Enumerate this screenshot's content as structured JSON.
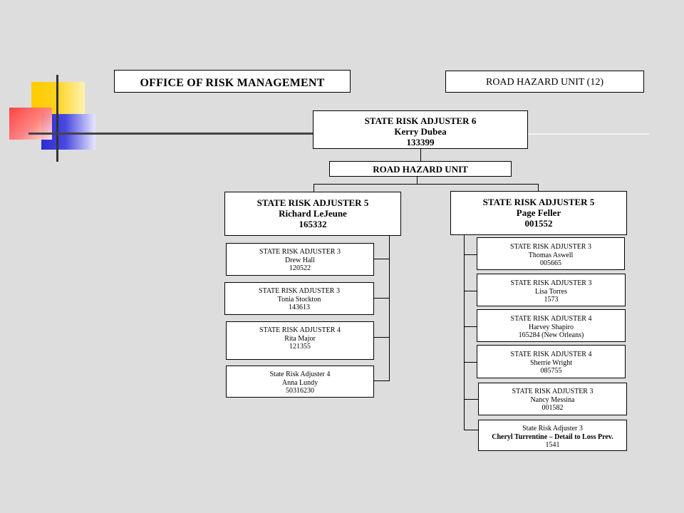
{
  "header": {
    "office_title": "OFFICE OF RISK MANAGEMENT",
    "unit_title": "ROAD HAZARD UNIT (12)"
  },
  "top": {
    "title": "STATE RISK ADJUSTER 6",
    "name": "Kerry Dubea",
    "id": "133399"
  },
  "unit_bar": {
    "label": "ROAD HAZARD UNIT"
  },
  "left_lead": {
    "title": "STATE RISK ADJUSTER 5",
    "name": "Richard LeJeune",
    "id": "165332"
  },
  "right_lead": {
    "title": "STATE RISK ADJUSTER 5",
    "name": "Page Feller",
    "id": "001552"
  },
  "left_staff": [
    {
      "title": "STATE RISK ADJUSTER 3",
      "name": "Drew Hall",
      "id": "120522"
    },
    {
      "title": "STATE RISK ADJUSTER 3",
      "name": "Tonia Stockton",
      "id": "143613"
    },
    {
      "title": "STATE RISK ADJUSTER 4",
      "name": "Rita Major",
      "id": "121355"
    },
    {
      "title": "State Risk Adjuster 4",
      "name": "Anna Lundy",
      "id": "50316230"
    }
  ],
  "right_staff": [
    {
      "title": "STATE RISK ADJUSTER 3",
      "name": "Thomas Aswell",
      "id": "005665"
    },
    {
      "title": "STATE RISK ADJUSTER 3",
      "name": "Lisa Torres",
      "id": "1573"
    },
    {
      "title": "STATE RISK ADJUSTER 4",
      "name": "Harvey Shapiro",
      "id": "165284 (New Orleans)"
    },
    {
      "title": "STATE RISK ADJUSTER 4",
      "name": "Sherrie Wright",
      "id": "085755"
    },
    {
      "title": "STATE RISK ADJUSTER 3",
      "name": "Nancy Messina",
      "id": "001582"
    },
    {
      "title": "State Risk Adjuster 3",
      "name": "Cheryl Turrentine – Detail to Loss Prev.",
      "id": "1541"
    }
  ]
}
